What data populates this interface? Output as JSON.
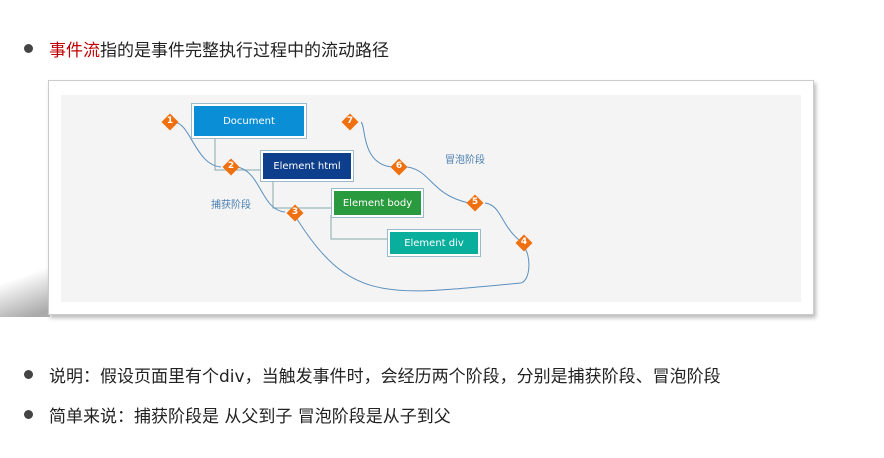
{
  "bullets": [
    {
      "highlight": "事件流",
      "rest": "指的是事件完整执行过程中的流动路径"
    },
    {
      "text": "说明：假设页面里有个div，当触发事件时，会经历两个阶段，分别是捕获阶段、冒泡阶段"
    },
    {
      "text": "简单来说：捕获阶段是 从父到子  冒泡阶段是从子到父"
    }
  ],
  "diagram": {
    "nodes": [
      "Document",
      "Element html",
      "Element body",
      "Element div"
    ],
    "node_colors": [
      "#0a8fd6",
      "#0d3f8c",
      "#2a9a3e",
      "#0aae9c"
    ],
    "steps": [
      "1",
      "2",
      "3",
      "4",
      "5",
      "6",
      "7"
    ],
    "capture_label": "捕获阶段",
    "bubble_label": "冒泡阶段",
    "step_color": "#f07010"
  }
}
